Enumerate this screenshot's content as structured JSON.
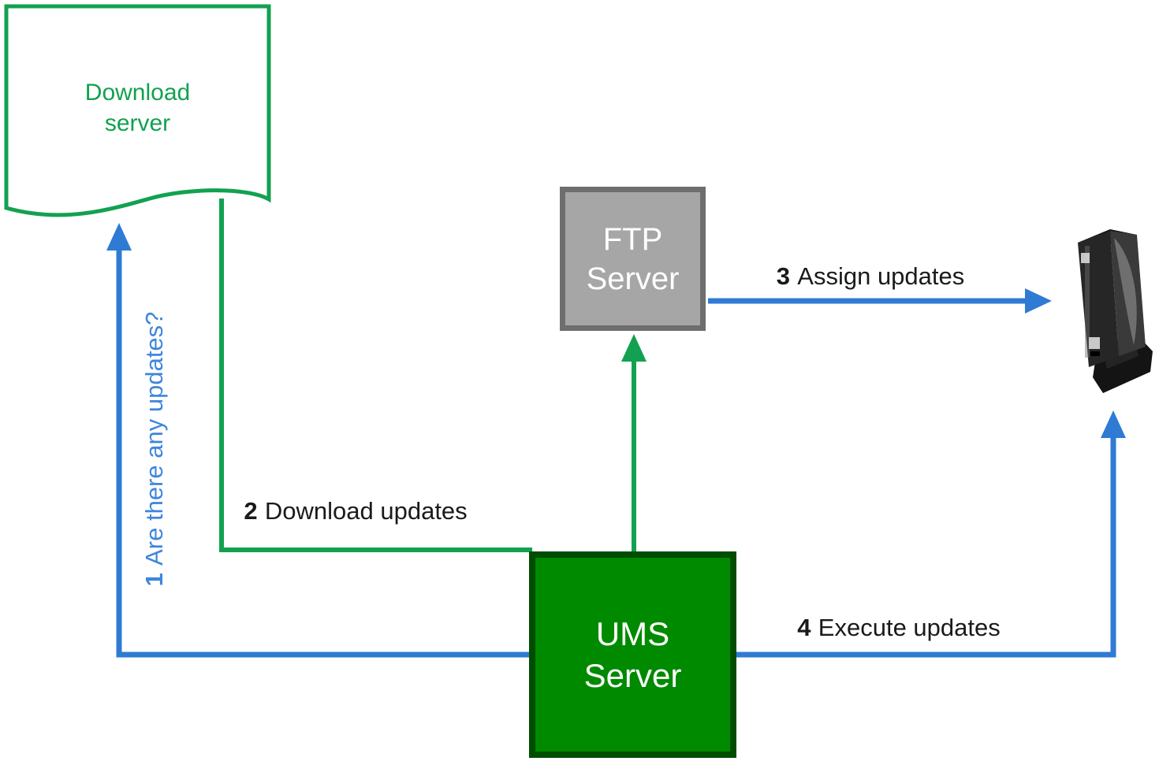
{
  "nodes": {
    "download_server": {
      "line1": "Download",
      "line2": "server"
    },
    "ftp_server": {
      "line1": "FTP",
      "line2": "Server"
    },
    "ums_server": {
      "line1": "UMS",
      "line2": "Server"
    }
  },
  "steps": {
    "step1": {
      "number": "1",
      "label": "Are there any updates?"
    },
    "step2": {
      "number": "2",
      "label": "Download updates"
    },
    "step3": {
      "number": "3",
      "label": "Assign updates"
    },
    "step4": {
      "number": "4",
      "label": "Execute updates"
    }
  },
  "icons": {
    "thin_client_device": "thin-client-tower-image"
  },
  "colors": {
    "green_line": "#12a150",
    "green_node_text": "#12a150",
    "ums_fill": "#008a00",
    "ums_border": "#004d00",
    "ftp_fill": "#a6a6a6",
    "ftp_border": "#6e6e6e",
    "blue_line": "#2f7bd4",
    "blue_label_text": "#3e86dc",
    "label_text": "#1a1a1a",
    "node_text_white": "#ffffff"
  }
}
